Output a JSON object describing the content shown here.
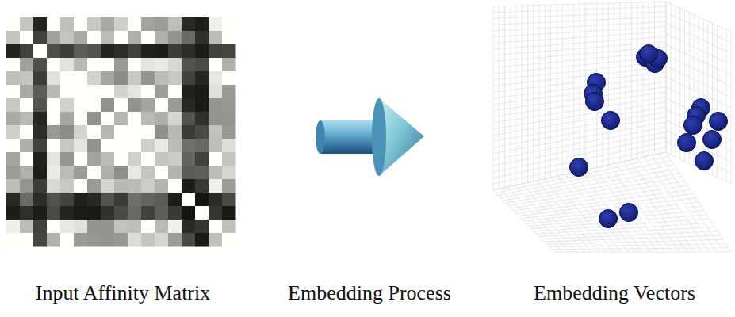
{
  "diagram": {
    "labels": [
      "Input Affinity Matrix",
      "Embedding Process",
      "Embedding Vectors"
    ]
  }
}
